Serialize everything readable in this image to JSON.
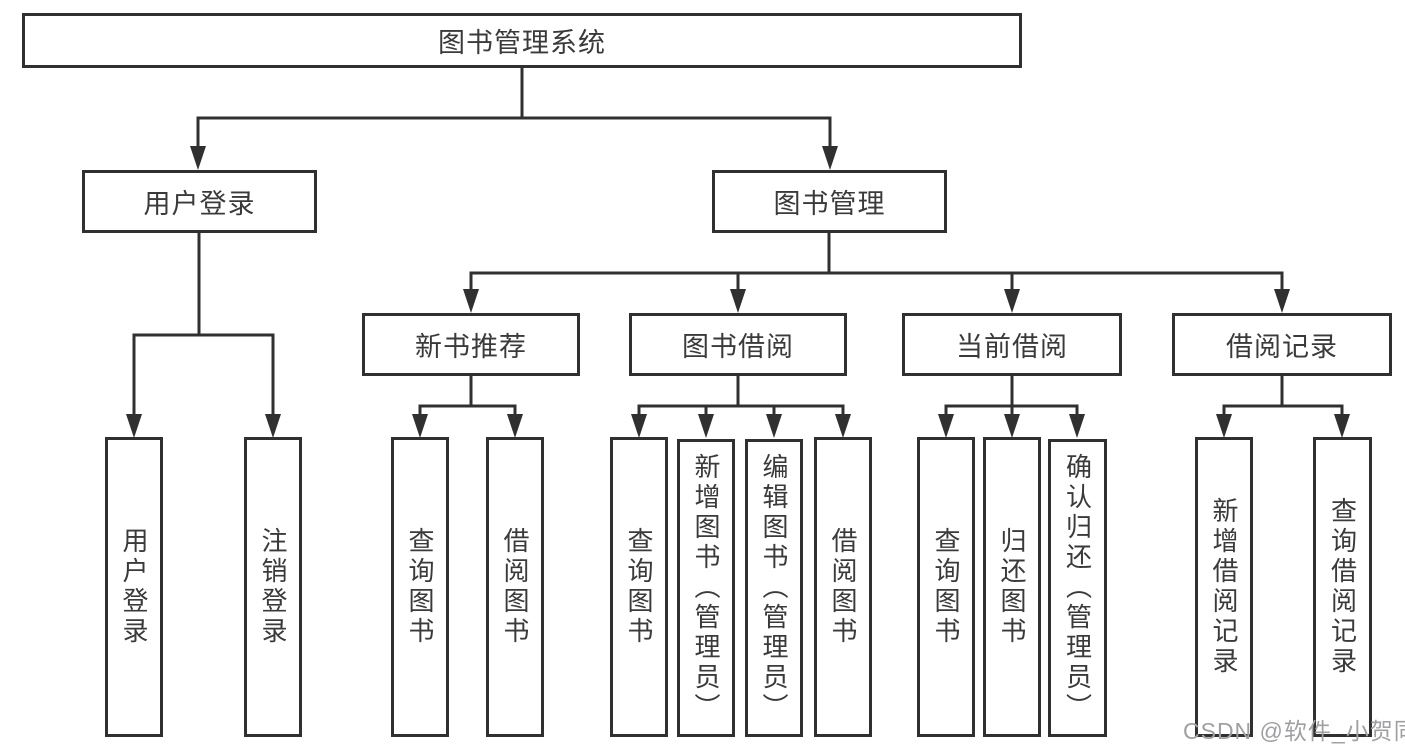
{
  "colors": {
    "line": "#303030",
    "text": "#3a3a3a",
    "watermark": "#a0a0a4",
    "bg": "#ffffff"
  },
  "tree": {
    "root": {
      "label": "图书管理系统"
    },
    "children": [
      {
        "label": "用户登录",
        "children": [
          {
            "label": "用户登录"
          },
          {
            "label": "注销登录"
          }
        ]
      },
      {
        "label": "图书管理",
        "children": [
          {
            "label": "新书推荐",
            "children": [
              {
                "label": "查询图书"
              },
              {
                "label": "借阅图书"
              }
            ]
          },
          {
            "label": "图书借阅",
            "children": [
              {
                "label": "查询图书"
              },
              {
                "label": "新增图书（管理员）"
              },
              {
                "label": "编辑图书（管理员）"
              },
              {
                "label": "借阅图书"
              }
            ]
          },
          {
            "label": "当前借阅",
            "children": [
              {
                "label": "查询图书"
              },
              {
                "label": "归还图书"
              },
              {
                "label": "确认归还（管理员）"
              }
            ]
          },
          {
            "label": "借阅记录",
            "children": [
              {
                "label": "新增借阅记录"
              },
              {
                "label": "查询借阅记录"
              }
            ]
          }
        ]
      }
    ]
  },
  "watermark": "CSDN @软件_小贺同学"
}
